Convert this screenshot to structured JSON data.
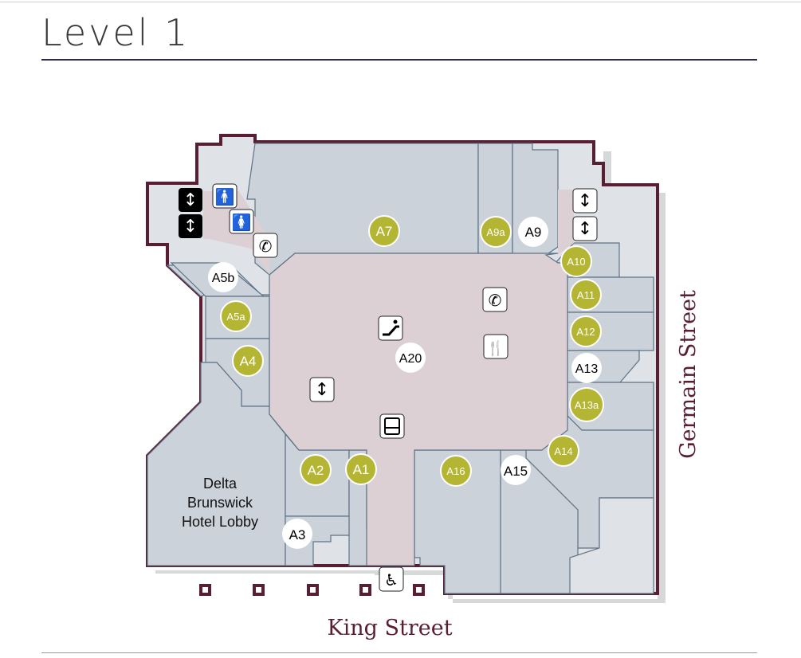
{
  "title": "Level 1",
  "colors": {
    "outline": "#5a1e32",
    "unit": "#cbd2da",
    "corridor": "#dcd0d4",
    "service": "#dfe3e8",
    "shadow": "#d7d8d9",
    "tenant_green": "#b5b534"
  },
  "streets": {
    "south": "King Street",
    "east": "Germain Street"
  },
  "lobby": {
    "line1": "Delta",
    "line2": "Brunswick",
    "line3": "Hotel Lobby"
  },
  "units_green": [
    "A7",
    "A9a",
    "A5a",
    "A4",
    "A10",
    "A11",
    "A12",
    "A13a",
    "A14",
    "A16",
    "A2",
    "A1"
  ],
  "units_white": [
    "A5b",
    "A9",
    "A20",
    "A13",
    "A15",
    "A3"
  ],
  "icons": [
    "elevator-icon",
    "mens-restroom-icon",
    "womens-restroom-icon",
    "phone-icon",
    "escalator-icon",
    "food-court-icon",
    "stroller-icon",
    "accessible-entrance-icon",
    "entrance-marker-icon"
  ]
}
